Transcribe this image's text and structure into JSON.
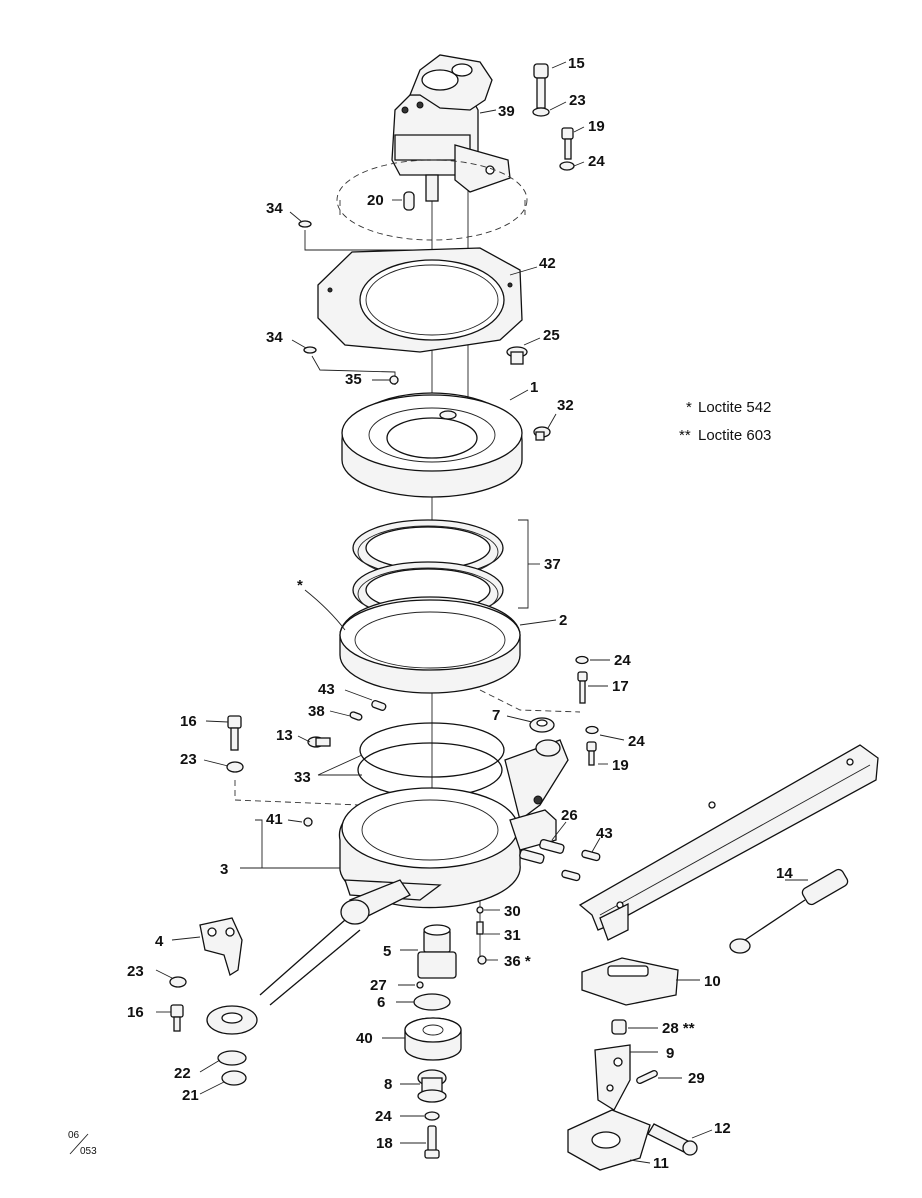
{
  "notes": [
    {
      "mark": "*",
      "text": "Loctite 542"
    },
    {
      "mark": "**",
      "text": "Loctite 603"
    }
  ],
  "drawing_ref": {
    "top": "06",
    "bottom": "053"
  },
  "callouts": {
    "c15": "15",
    "c23a": "23",
    "c19a": "19",
    "c24a": "24",
    "c39": "39",
    "c20": "20",
    "c34a": "34",
    "c42": "42",
    "c34b": "34",
    "c25": "25",
    "c35": "35",
    "c1": "1",
    "c32": "32",
    "c37": "37",
    "c_star": "*",
    "c2": "2",
    "c24b": "24",
    "c17": "17",
    "c43a": "43",
    "c7": "7",
    "c16a": "16",
    "c38": "38",
    "c13": "13",
    "c24c": "24",
    "c23b": "23",
    "c19b": "19",
    "c33": "33",
    "c41": "41",
    "c26": "26",
    "c43b": "43",
    "c3": "3",
    "c14": "14",
    "c30": "30",
    "c4": "4",
    "c31": "31",
    "c5": "5",
    "c36": "36 *",
    "c10": "10",
    "c23c": "23",
    "c27": "27",
    "c16b": "16",
    "c6": "6",
    "c28": "28 **",
    "c40": "40",
    "c9": "9",
    "c22": "22",
    "c29": "29",
    "c8": "8",
    "c21": "21",
    "c24d": "24",
    "c12": "12",
    "c18": "18",
    "c11": "11"
  }
}
